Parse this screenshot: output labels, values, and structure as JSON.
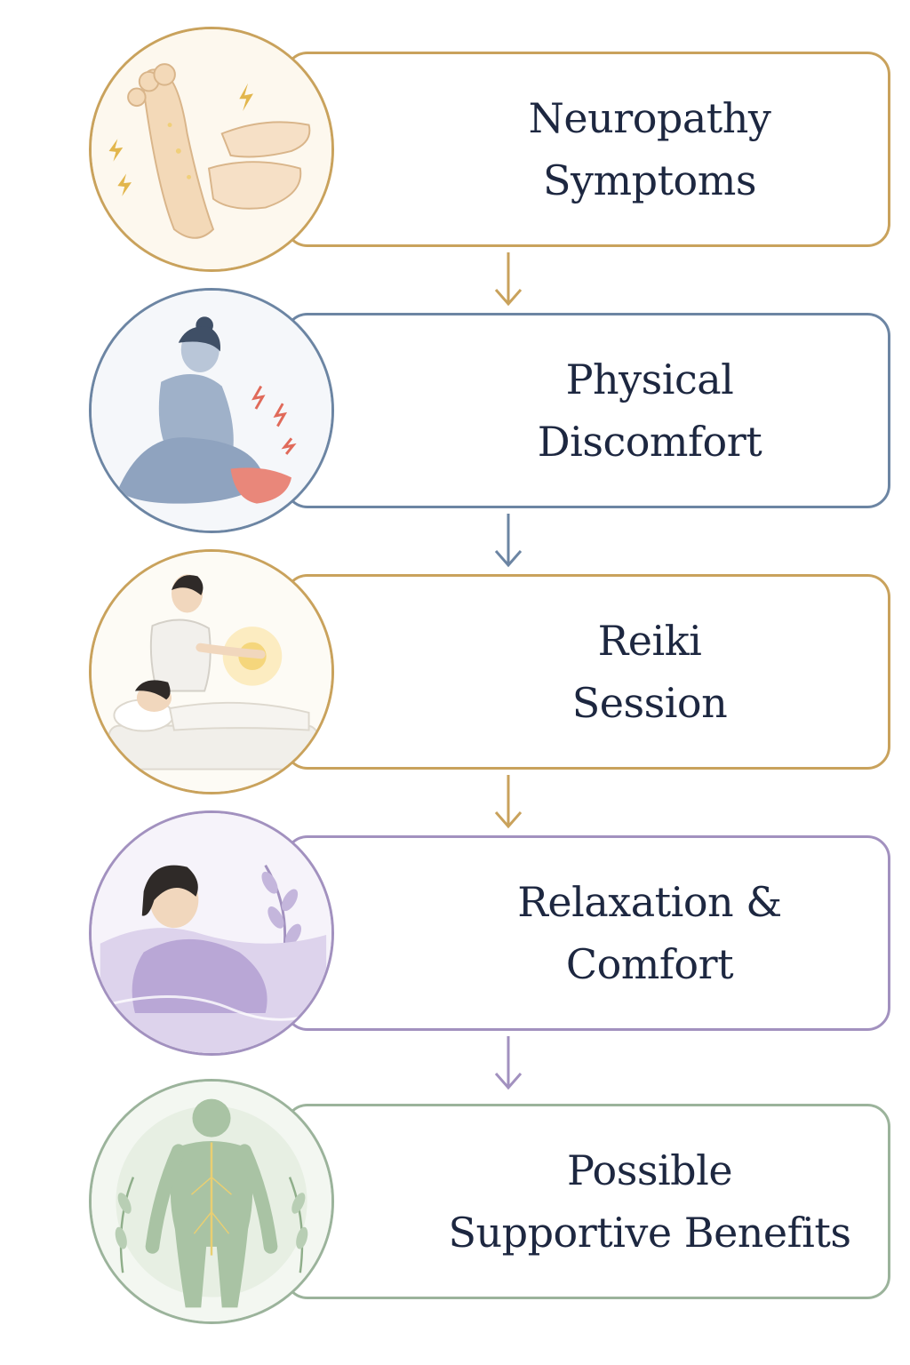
{
  "steps": [
    {
      "line1": "Neuropathy",
      "line2": "Symptoms",
      "color": "#c9a25c",
      "icon": "foot-tingling-icon"
    },
    {
      "line1": "Physical",
      "line2": "Discomfort",
      "color": "#6c85a3",
      "icon": "person-holding-foot-icon"
    },
    {
      "line1": "Reiki",
      "line2": "Session",
      "color": "#c9a25c",
      "icon": "reiki-practitioner-icon"
    },
    {
      "line1": "Relaxation &",
      "line2": "Comfort",
      "color": "#a291bf",
      "icon": "relaxed-person-icon"
    },
    {
      "line1": "Possible",
      "line2": "Supportive Benefits",
      "color": "#9bb39b",
      "icon": "nervous-system-body-icon"
    }
  ]
}
